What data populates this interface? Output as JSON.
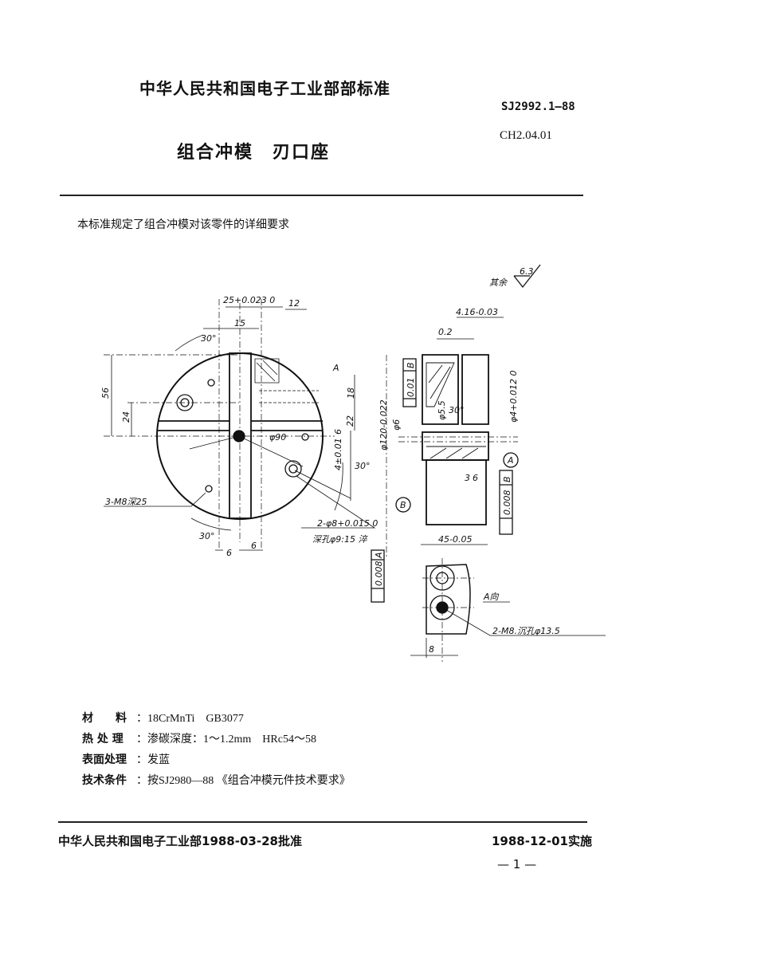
{
  "header": {
    "organization": "中华人民共和国电子工业部部标准",
    "standard_number": "SJ2992.1—88",
    "code": "CH2.04.01",
    "title": "组合冲模　刃口座"
  },
  "intro": "本标准规定了组合冲模对该零件的详细要求",
  "drawing": {
    "roughness_note": "其余",
    "roughness_value": "6.3",
    "front_view_labels": [
      "25+0.023 0",
      "12",
      "15",
      "30°",
      "56",
      "24",
      "A",
      "18",
      "22",
      "6",
      "4±0.01",
      "φ90",
      "30°",
      "3-M8深25",
      "2-φ8+0.015 0",
      "深孔φ9:15 淬",
      "30°",
      "6",
      "6"
    ],
    "side_view_labels": [
      "4.16-0.03",
      "0.2",
      "φ120-0.022",
      "φ6",
      "0.01",
      "B",
      "30°",
      "φ5.5",
      "φ4+0.012 0",
      "A",
      "3",
      "6",
      "B",
      "0.008",
      "B",
      "45-0.05",
      "0.008",
      "A"
    ],
    "view_a_title": "A向",
    "view_a_labels": [
      "2-M8.沉孔φ13.5",
      "8"
    ]
  },
  "specs": [
    {
      "label": "材　　料",
      "value": "18CrMnTi　GB3077"
    },
    {
      "label": "热 处 理",
      "value": "渗碳深度：1～1.2mm　HRc54～58"
    },
    {
      "label": "表面处理",
      "value": "发蓝"
    },
    {
      "label": "技术条件",
      "value": "按SJ2980—88 《组合冲模元件技术要求》"
    }
  ],
  "footer": {
    "approval": "中华人民共和国电子工业部1988-03-28批准",
    "effective": "1988-12-01实施",
    "page": "— 1 —"
  }
}
